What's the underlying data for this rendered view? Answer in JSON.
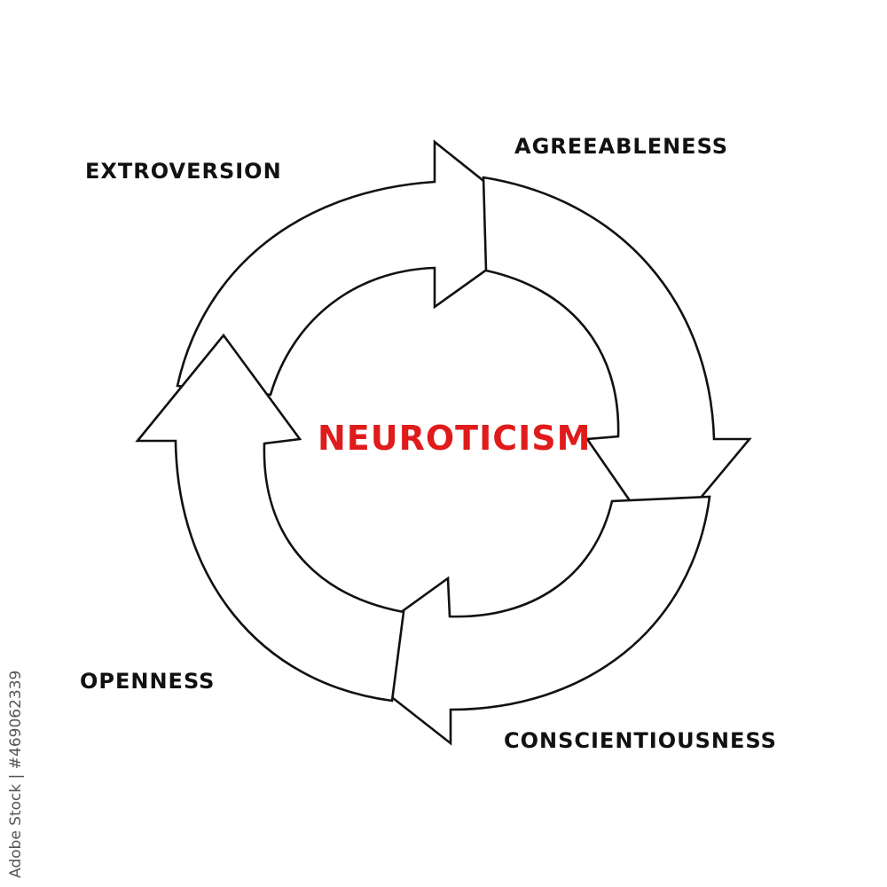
{
  "diagram": {
    "center_label": "NEUROTICISM",
    "labels": {
      "extroversion": "EXTROVERSION",
      "agreeableness": "AGREEABLENESS",
      "openness": "OPENNESS",
      "conscientiousness": "CONSCIENTIOUSNESS"
    },
    "colors": {
      "center_text": "#e01b1b",
      "label_text": "#111111",
      "outline": "#111111",
      "arrow_fill": "#ffffff",
      "background": "#ffffff"
    }
  },
  "watermark": {
    "text": "Adobe Stock | #469062339"
  }
}
